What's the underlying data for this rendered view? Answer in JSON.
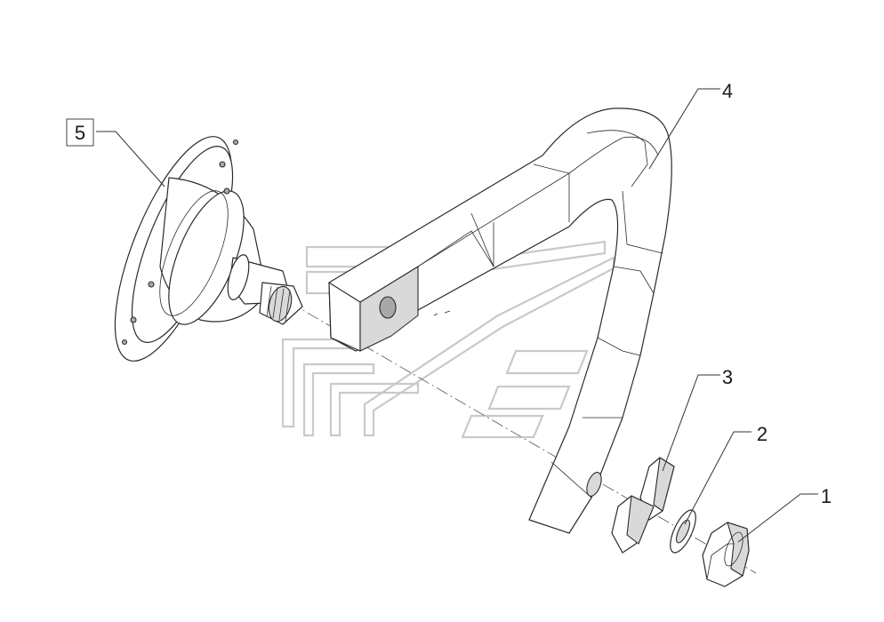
{
  "diagram": {
    "callouts": [
      {
        "id": "1",
        "label": "1"
      },
      {
        "id": "2",
        "label": "2"
      },
      {
        "id": "3",
        "label": "3"
      },
      {
        "id": "4",
        "label": "4"
      },
      {
        "id": "5",
        "label": "5"
      }
    ],
    "colors": {
      "line": "#2b2b2b",
      "shade": "#d9d9d9",
      "watermark": "#c9c9c9"
    }
  }
}
